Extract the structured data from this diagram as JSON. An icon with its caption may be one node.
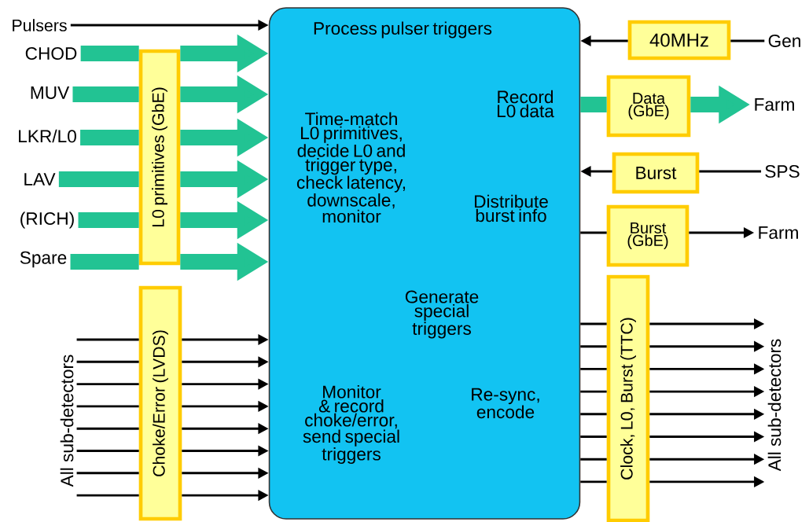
{
  "diagram": {
    "nodes": [
      {
        "text": [
          "Process pulser triggers",
          "Time-match L0 primitives, decide L0 and trigger type, check latency, downscale, monitor",
          "Record L0 data",
          "Distribute burst info",
          "Generate special triggers",
          "Monitor & record choke/error, send special triggers",
          "Re-sync, encode"
        ]
      },
      {
        "text": [
          "Pulsers"
        ]
      },
      {
        "text": [
          "CHOD"
        ]
      },
      {
        "text": [
          "MUV"
        ]
      },
      {
        "text": [
          "LKR/L0"
        ]
      },
      {
        "text": [
          "LAV"
        ]
      },
      {
        "text": [
          "(RICH)"
        ]
      },
      {
        "text": [
          "Spare"
        ]
      },
      {
        "text": [
          "L0 primitives (GbE)"
        ]
      },
      {
        "text": [
          "All sub-detectors"
        ]
      },
      {
        "text": [
          "Choke/Error (LVDS)"
        ]
      },
      {
        "text": [
          "40MHz"
        ]
      },
      {
        "text": [
          "Gen"
        ]
      },
      {
        "text": [
          "Data (GbE)"
        ]
      },
      {
        "text": [
          "Farm"
        ]
      },
      {
        "text": [
          "Burst"
        ]
      },
      {
        "text": [
          "SPS"
        ]
      },
      {
        "text": [
          "Burst (GbE)"
        ]
      },
      {
        "text": [
          "Farm"
        ]
      },
      {
        "text": [
          "Clock, L0, Burst (TTC)"
        ]
      },
      {
        "text": [
          "All sub-detectors"
        ]
      }
    ],
    "edges": [
      {
        "from": 1,
        "to": 0,
        "arrow": "to"
      },
      {
        "from": 2,
        "to": 8,
        "arrow": "none",
        "style": "thick",
        "color": "#22c393"
      },
      {
        "from": 3,
        "to": 8,
        "arrow": "none",
        "style": "thick",
        "color": "#22c393"
      },
      {
        "from": 4,
        "to": 8,
        "arrow": "none",
        "style": "thick",
        "color": "#22c393"
      },
      {
        "from": 5,
        "to": 8,
        "arrow": "none",
        "style": "thick",
        "color": "#22c393"
      },
      {
        "from": 6,
        "to": 8,
        "arrow": "none",
        "style": "thick",
        "color": "#22c393"
      },
      {
        "from": 7,
        "to": 8,
        "arrow": "none",
        "style": "thick",
        "color": "#22c393"
      },
      {
        "from": 8,
        "to": 0,
        "arrow": "to",
        "style": "thick",
        "color": "#22c393"
      },
      {
        "from": 8,
        "to": 0,
        "arrow": "to",
        "style": "thick",
        "color": "#22c393"
      },
      {
        "from": 8,
        "to": 0,
        "arrow": "to",
        "style": "thick",
        "color": "#22c393"
      },
      {
        "from": 8,
        "to": 0,
        "arrow": "to",
        "style": "thick",
        "color": "#22c393"
      },
      {
        "from": 8,
        "to": 0,
        "arrow": "to",
        "style": "thick",
        "color": "#22c393"
      },
      {
        "from": 8,
        "to": 0,
        "arrow": "to",
        "style": "thick",
        "color": "#22c393"
      },
      {
        "from": 12,
        "to": 11,
        "arrow": "none"
      },
      {
        "from": 11,
        "to": 0,
        "arrow": "to"
      },
      {
        "from": 0,
        "to": 13,
        "arrow": "none",
        "style": "thick",
        "color": "#22c393"
      },
      {
        "from": 13,
        "to": 14,
        "arrow": "to",
        "style": "thick",
        "color": "#22c393"
      },
      {
        "from": 16,
        "to": 15,
        "arrow": "none"
      },
      {
        "from": 15,
        "to": 0,
        "arrow": "to"
      },
      {
        "from": 0,
        "to": 17,
        "arrow": "none"
      },
      {
        "from": 17,
        "to": 18,
        "arrow": "to"
      },
      {
        "from": 9,
        "to": 10,
        "arrow": "none"
      },
      {
        "from": 9,
        "to": 10,
        "arrow": "none"
      },
      {
        "from": 9,
        "to": 10,
        "arrow": "none"
      },
      {
        "from": 9,
        "to": 10,
        "arrow": "none"
      },
      {
        "from": 9,
        "to": 10,
        "arrow": "none"
      },
      {
        "from": 9,
        "to": 10,
        "arrow": "none"
      },
      {
        "from": 9,
        "to": 10,
        "arrow": "none"
      },
      {
        "from": 9,
        "to": 10,
        "arrow": "none"
      },
      {
        "from": 10,
        "to": 0,
        "arrow": "to"
      },
      {
        "from": 10,
        "to": 0,
        "arrow": "to"
      },
      {
        "from": 10,
        "to": 0,
        "arrow": "to"
      },
      {
        "from": 10,
        "to": 0,
        "arrow": "to"
      },
      {
        "from": 10,
        "to": 0,
        "arrow": "to"
      },
      {
        "from": 10,
        "to": 0,
        "arrow": "to"
      },
      {
        "from": 10,
        "to": 0,
        "arrow": "to"
      },
      {
        "from": 10,
        "to": 0,
        "arrow": "to"
      },
      {
        "from": 0,
        "to": 19,
        "arrow": "none"
      },
      {
        "from": 0,
        "to": 19,
        "arrow": "none"
      },
      {
        "from": 0,
        "to": 19,
        "arrow": "none"
      },
      {
        "from": 0,
        "to": 19,
        "arrow": "none"
      },
      {
        "from": 0,
        "to": 19,
        "arrow": "none"
      },
      {
        "from": 0,
        "to": 19,
        "arrow": "none"
      },
      {
        "from": 0,
        "to": 19,
        "arrow": "none"
      },
      {
        "from": 0,
        "to": 19,
        "arrow": "none"
      },
      {
        "from": 19,
        "to": 20,
        "arrow": "to"
      },
      {
        "from": 19,
        "to": 20,
        "arrow": "to"
      },
      {
        "from": 19,
        "to": 20,
        "arrow": "to"
      },
      {
        "from": 19,
        "to": 20,
        "arrow": "to"
      },
      {
        "from": 19,
        "to": 20,
        "arrow": "to"
      },
      {
        "from": 19,
        "to": 20,
        "arrow": "to"
      },
      {
        "from": 19,
        "to": 20,
        "arrow": "to"
      },
      {
        "from": 19,
        "to": 20,
        "arrow": "to"
      }
    ]
  }
}
